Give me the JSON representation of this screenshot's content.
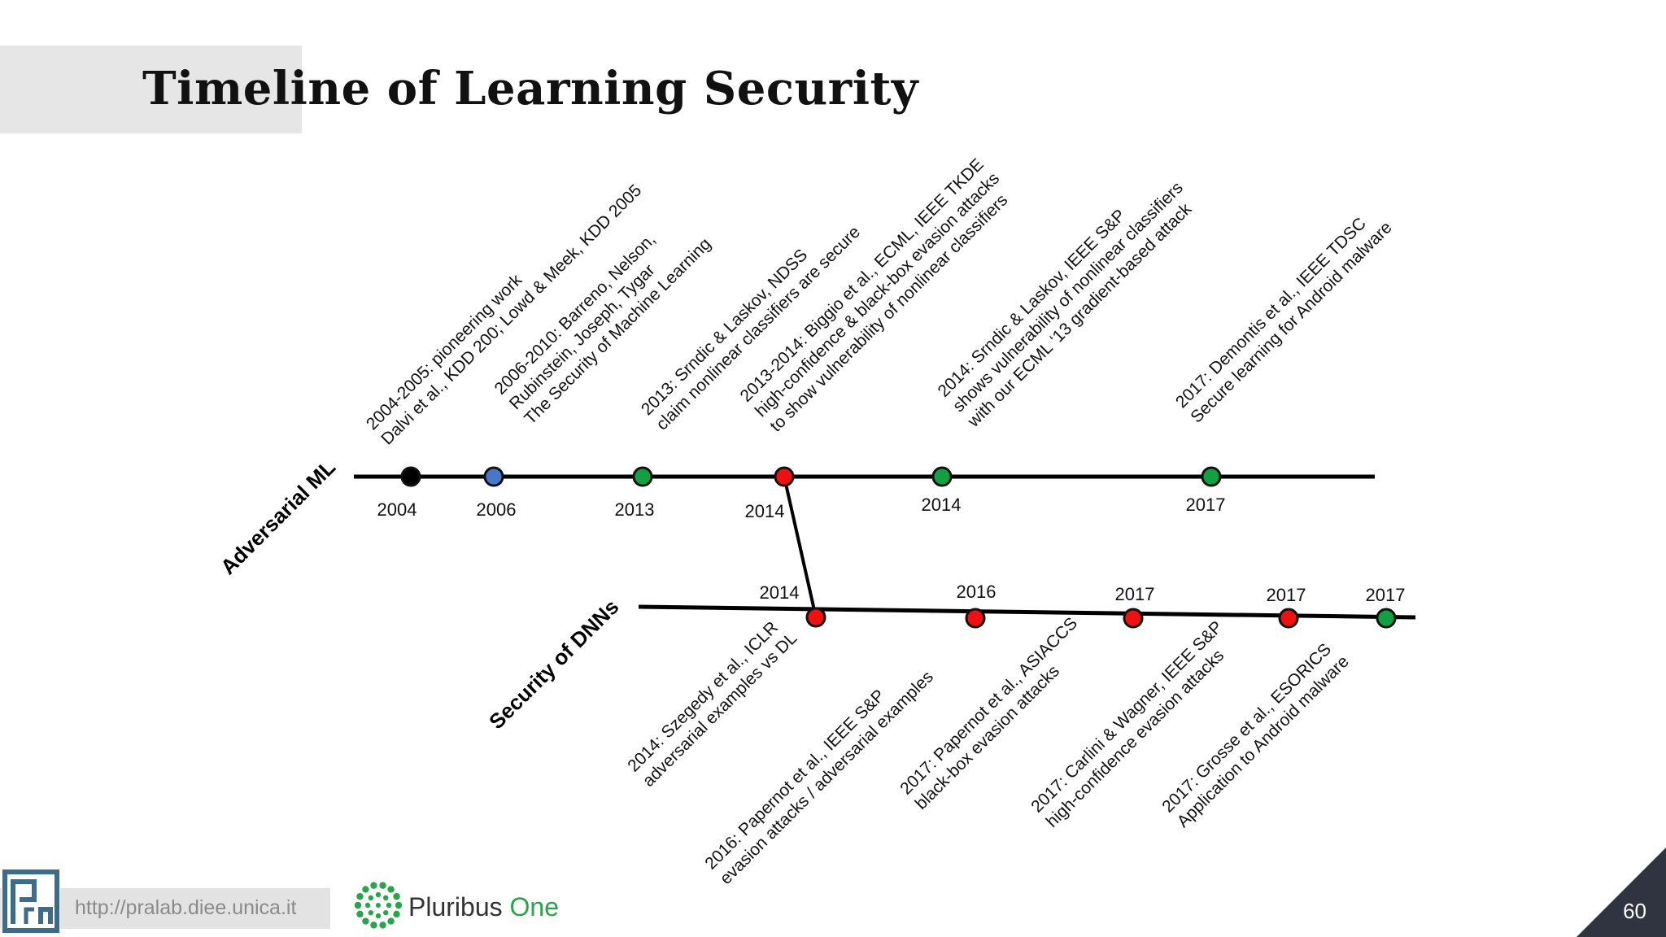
{
  "title": "Timeline of Learning Security",
  "tracks": {
    "adversarial": "Adversarial ML",
    "dnn": "Security of DNNs"
  },
  "colors": {
    "black": "#000000",
    "blue": "#4a76c8",
    "green": "#13a043",
    "red": "#ee1111"
  },
  "adversarial_events": [
    {
      "year": "2004",
      "color": "black",
      "lines": [
        "2004-2005: pioneering work",
        "Dalvi et al., KDD 200; Lowd & Meek, KDD 2005"
      ]
    },
    {
      "year": "2006",
      "color": "blue",
      "lines": [
        "2006-2010: Barreno, Nelson,",
        "Rubinstein, Joseph, Tygar",
        "The Security of Machine Learning"
      ]
    },
    {
      "year": "2013",
      "color": "green",
      "lines": [
        "2013: Srndic & Laskov, NDSS",
        "claim nonlinear classifiers are secure"
      ]
    },
    {
      "year": "2014",
      "color": "red",
      "lines": [
        "2013-2014: Biggio et al., ECML, IEEE TKDE",
        "high-confidence & black-box evasion attacks",
        "to show vulnerability of nonlinear classifiers"
      ]
    },
    {
      "year": "2014",
      "color": "green",
      "lines": [
        "2014: Srndic & Laskov, IEEE S&P",
        "shows vulnerability of nonlinear classifiers",
        "with our ECML ‘13 gradient-based attack"
      ]
    },
    {
      "year": "2017",
      "color": "green",
      "lines": [
        "2017: Demontis et al., IEEE TDSC",
        "Secure learning for Android malware"
      ]
    }
  ],
  "dnn_events": [
    {
      "year": "2014",
      "color": "red",
      "lines": [
        "2014: Szegedy et al., ICLR",
        "adversarial examples vs DL"
      ]
    },
    {
      "year": "2016",
      "color": "red",
      "lines": [
        "2016: Papernot et al., IEEE S&P",
        "evasion attacks / adversarial examples"
      ]
    },
    {
      "year": "2017",
      "color": "red",
      "lines": [
        "2017: Papernot et al., ASIACCS",
        "black-box evasion attacks"
      ]
    },
    {
      "year": "2017",
      "color": "red",
      "lines": [
        "2017: Carlini & Wagner, IEEE S&P",
        "high-confidence evasion attacks"
      ]
    },
    {
      "year": "2017",
      "color": "green",
      "lines": [
        "2017: Grosse et al., ESORICS",
        "Application to Android malware"
      ]
    }
  ],
  "footer": {
    "url": "http://pralab.diee.unica.it",
    "pluribus_a": "Pluribus ",
    "pluribus_b": "One",
    "page_number": "60"
  }
}
